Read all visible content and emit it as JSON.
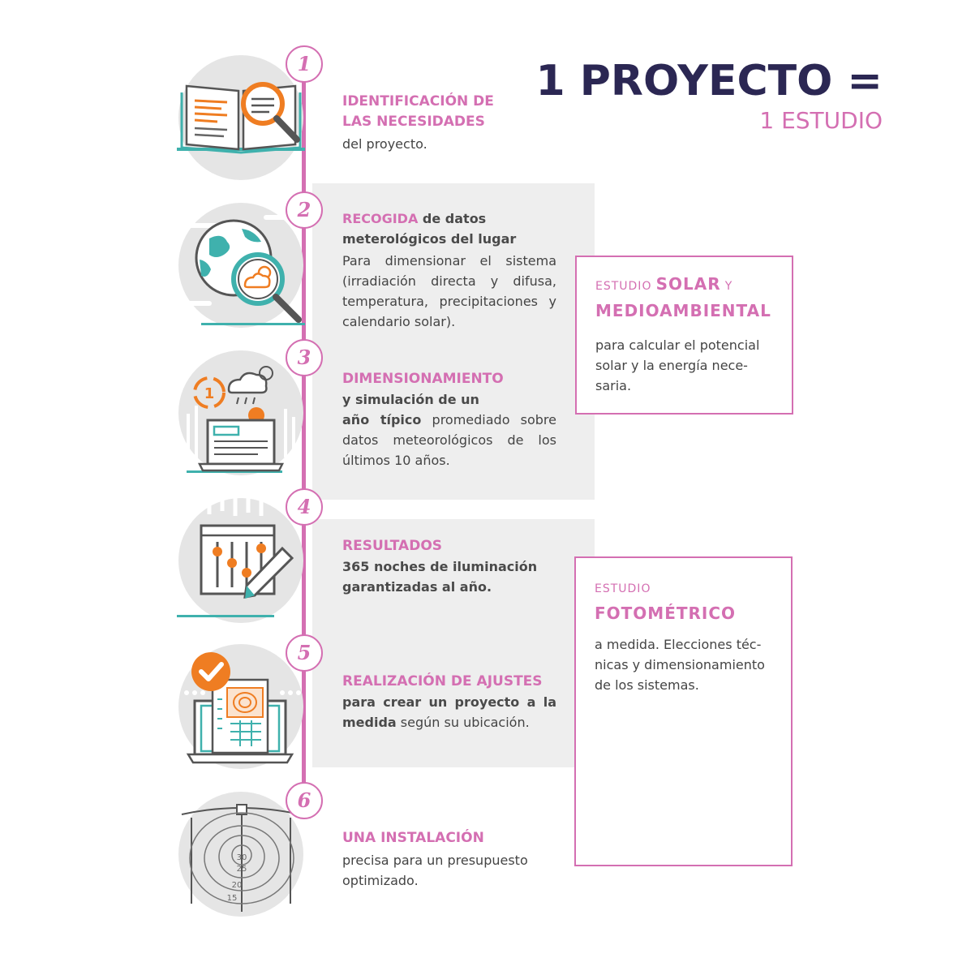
{
  "header": {
    "title": "1 PROYECTO =",
    "subtitle": "1 ESTUDIO"
  },
  "colors": {
    "accent_pink": "#d46fb2",
    "title_navy": "#2b2753",
    "teal": "#3fb1ad",
    "orange": "#ef7d22",
    "panel_gray": "#eeeeee"
  },
  "steps": [
    {
      "number": "1",
      "icon": "open-book-magnifier-icon",
      "title_line1": "IDENTIFICACIÓN DE",
      "title_line2": "LAS NECESIDADES",
      "text": "del proyecto."
    },
    {
      "number": "2",
      "icon": "globe-weather-magnifier-icon",
      "title_pink": "RECOGIDA",
      "title_rest": " de datos",
      "title_line2": "meterológicos del lugar",
      "text": "Para dimensionar el sistema (irradiación directa y difusa, temperatura, precipitaciones y calendario solar)."
    },
    {
      "number": "3",
      "icon": "laptop-weather-cycle-icon",
      "title": "DIMENSIONAMIENTO",
      "strong_line1": "y simulación de un",
      "strong_line2": "año típico",
      "text_after": " promediado sobre datos meteorológicos de los últimos 10 años."
    },
    {
      "number": "4",
      "icon": "sliders-pencil-icon",
      "title": "RESULTADOS",
      "strong_line1": "365 noches de iluminación",
      "strong_line2": "garantizadas al año."
    },
    {
      "number": "5",
      "icon": "laptop-checkmark-plan-icon",
      "title": "REALIZACIÓN DE AJUSTES",
      "strong": "para crear un proyecto a la medida",
      "text_after": " según su ubicación."
    },
    {
      "number": "6",
      "icon": "photometric-isolines-icon",
      "title": "UNA INSTALACIÓN",
      "text": "precisa para un presupuesto optimizado.",
      "contour_labels": [
        "30",
        "25",
        "20",
        "15"
      ]
    }
  ],
  "boxes": [
    {
      "small1": "ESTUDIO",
      "big1": "SOLAR",
      "small2": "Y",
      "big2": "MEDIOAMBIENTAL",
      "text": "para calcular el potencial solar y la energía nece-saria."
    },
    {
      "small1": "ESTUDIO",
      "big1": "FOTOMÉTRICO",
      "text": "a medida. Elecciones téc-nicas y dimensionamiento de los sistemas."
    }
  ]
}
